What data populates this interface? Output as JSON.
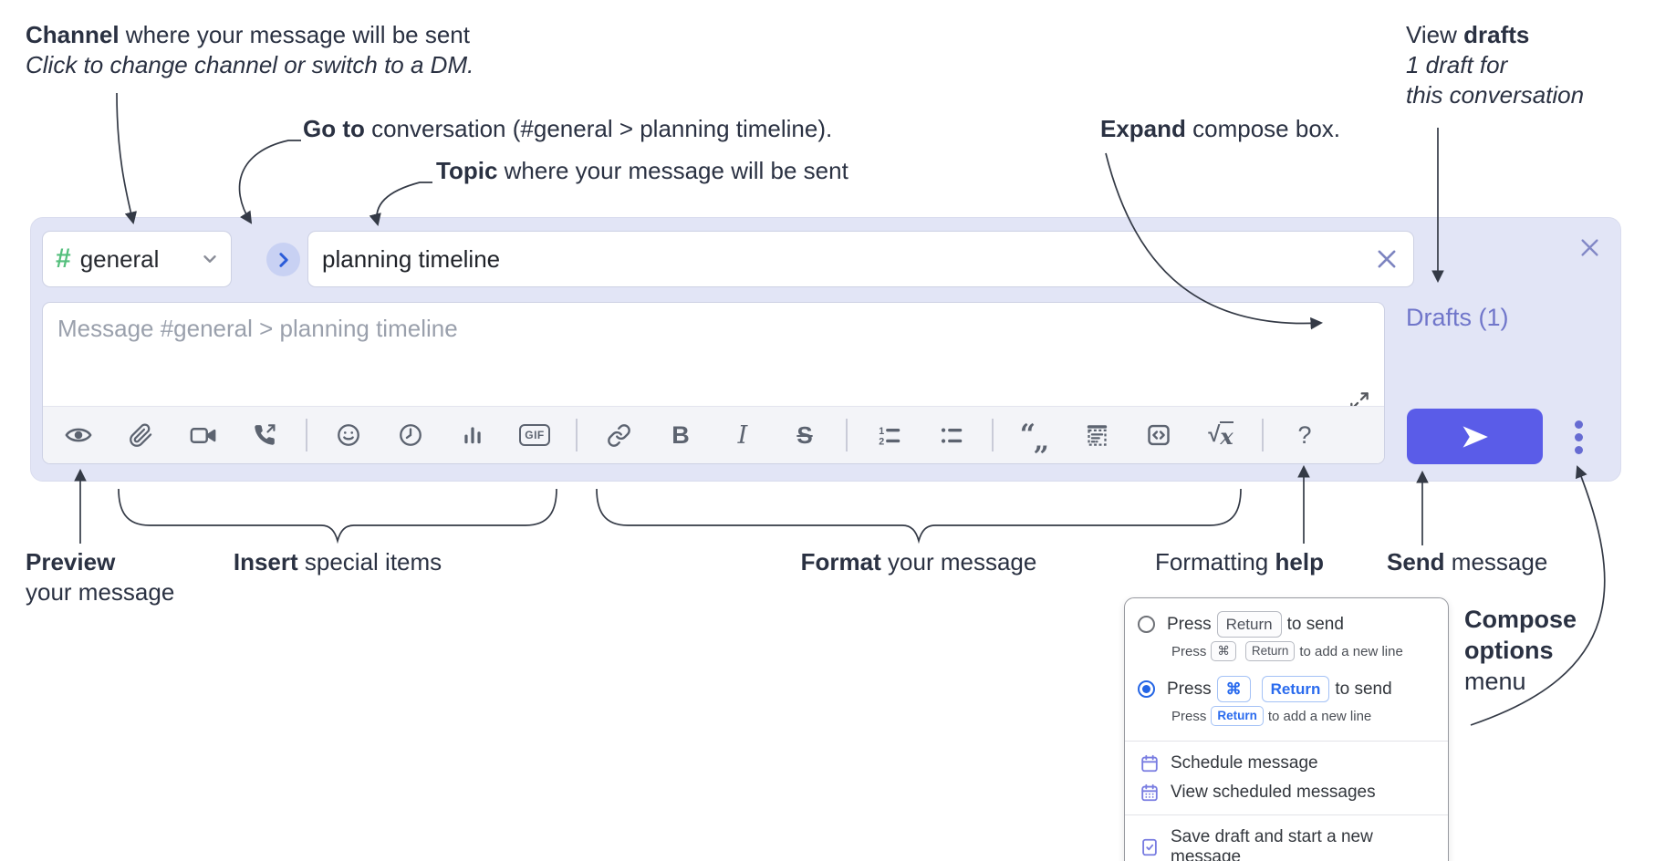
{
  "colors": {
    "compose_bg": "#e2e5f6",
    "send_button": "#5a5ce8",
    "drafts_link": "#7076ca",
    "hash_green": "#54bf7c",
    "radio_blue": "#2465e5",
    "menu_icon_purple": "#787ce1",
    "annotation_ink": "#2a3142",
    "toolbar_icon": "#5c6370"
  },
  "annotations": {
    "channel": {
      "bold": "Channel",
      "rest": " where your message will be sent",
      "sub": "Click to change channel or switch to a DM."
    },
    "goto": {
      "bold": "Go to",
      "rest": " conversation (#general > planning timeline)."
    },
    "topic": {
      "bold": "Topic",
      "rest": " where your message will be sent"
    },
    "expand": {
      "bold": "Expand",
      "rest": " compose box."
    },
    "drafts": {
      "pre": "View ",
      "bold": "drafts",
      "line2": "1 draft for",
      "line3": "this conversation"
    },
    "preview": {
      "bold": "Preview",
      "line2": "your message"
    },
    "insert": {
      "bold": "Insert",
      "rest": " special items"
    },
    "format": {
      "bold": "Format",
      "rest": " your message"
    },
    "help": {
      "pre": "Formatting ",
      "bold": "help"
    },
    "send": {
      "bold": "Send",
      "rest": " message"
    },
    "options": {
      "bold1": "Compose",
      "bold2": "options",
      "line3": "menu"
    }
  },
  "compose": {
    "hash": "#",
    "channel_name": "general",
    "topic_value": "planning timeline",
    "message_placeholder": "Message #general > planning timeline",
    "drafts_link": "Drafts (1)"
  },
  "toolbar": {
    "bold": "B",
    "italic": "I",
    "strike": "S",
    "gif": "GIF",
    "quote_open": "“",
    "quote_close": "„",
    "sqrt": "√",
    "math_x": "x",
    "help": "?"
  },
  "popup": {
    "option1": {
      "press": "Press",
      "key": "Return",
      "suffix": "to send"
    },
    "option1_sub": {
      "press": "Press",
      "key1": "⌘",
      "key2": "Return",
      "suffix": "to add a new line"
    },
    "option2": {
      "press": "Press",
      "key1": "⌘",
      "key2": "Return",
      "suffix": "to send"
    },
    "option2_sub": {
      "press": "Press",
      "key": "Return",
      "suffix": "to add a new line"
    },
    "menu_items": [
      {
        "label": "Schedule message"
      },
      {
        "label": "View scheduled messages"
      },
      {
        "label": "Save draft and start a new message"
      }
    ]
  }
}
